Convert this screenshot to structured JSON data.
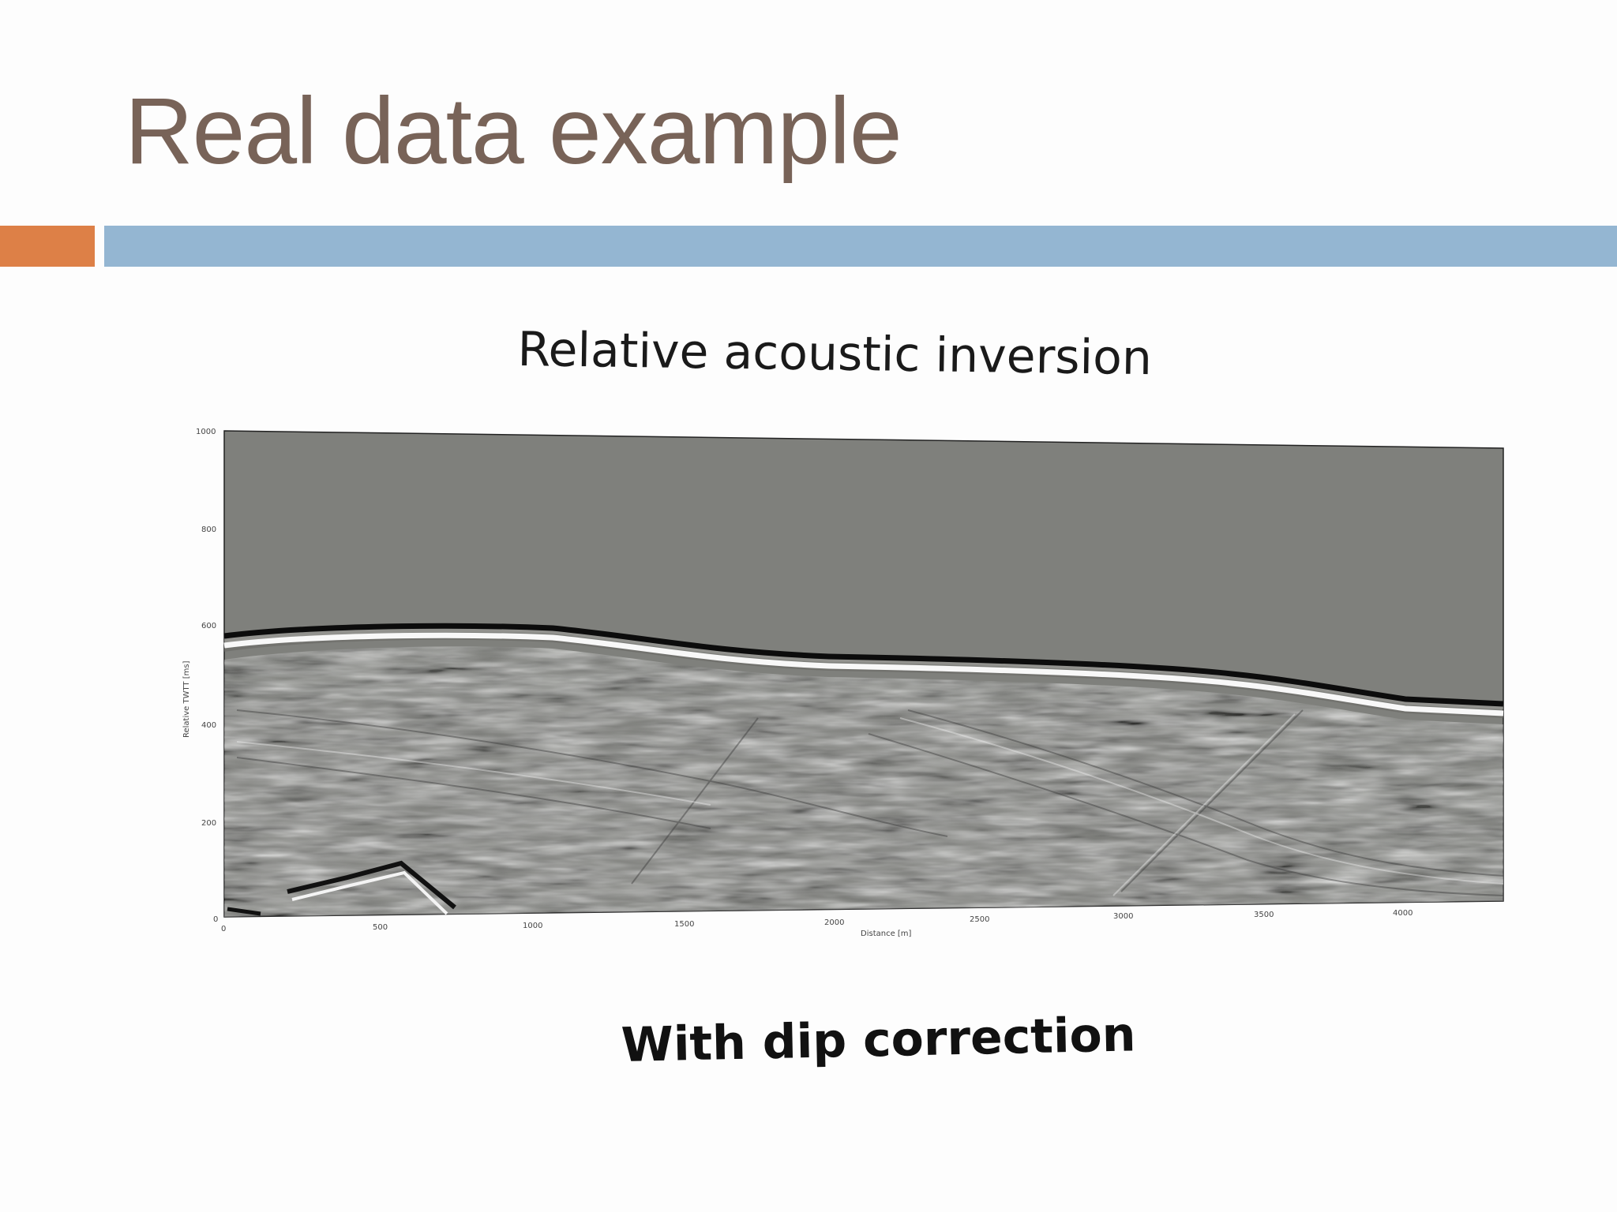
{
  "slide": {
    "title": "Real data example",
    "figure_title": "Relative acoustic inversion",
    "caption": "With dip correction",
    "colors": {
      "title_text": "#786358",
      "accent_orange": "#dd8047",
      "accent_blue": "#94b6d2",
      "section_background": "#7f807c"
    }
  },
  "seismic": {
    "y_axis_label": "Relative TWTT [ms]",
    "x_axis_label": "Distance [m]",
    "y_ticks": [
      "0",
      "200",
      "400",
      "600",
      "800",
      "1000"
    ],
    "x_ticks": [
      "0",
      "500",
      "1000",
      "1500",
      "2000",
      "2500",
      "3000",
      "3500",
      "4000"
    ]
  }
}
